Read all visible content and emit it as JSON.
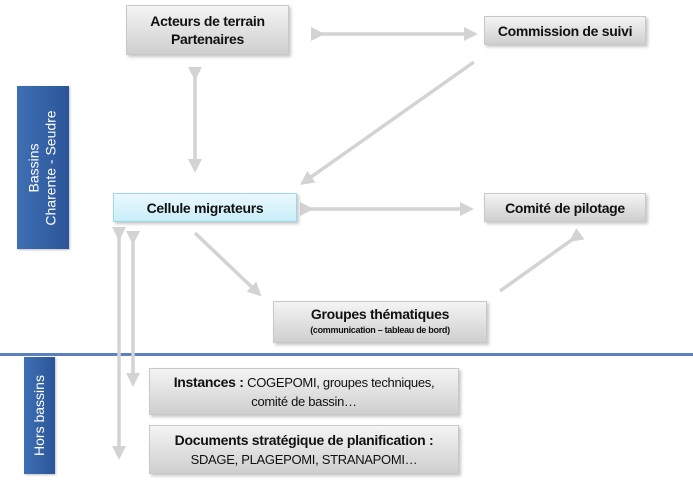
{
  "boxes": {
    "acteurs": {
      "line1": "Acteurs de terrain",
      "line2": "Partenaires"
    },
    "commission": {
      "label": "Commission de suivi"
    },
    "cellule": {
      "label": "Cellule migrateurs"
    },
    "comite": {
      "label": "Comité de pilotage"
    },
    "groupes": {
      "label": "Groupes thématiques",
      "sub": "(communication – tableau de bord)"
    },
    "instances": {
      "line1_bold": "Instances : ",
      "line1_rest": "COGEPOMI, groupes techniques,",
      "line2": "comité de bassin…"
    },
    "documents": {
      "line1": "Documents stratégique de planification :",
      "line2": "SDAGE, PLAGEPOMI, STRANAPOMI…"
    }
  },
  "side_labels": {
    "top": {
      "line1": "Bassins",
      "line2": "Charente - Seudre"
    },
    "bottom": {
      "label": "Hors bassins"
    }
  },
  "colors": {
    "band_blue": "#2c5599",
    "divider_blue": "#5b7fbf",
    "box_gray": "#dcdcdc",
    "cell_blue": "#c9eef8",
    "arrow_gray": "#d3d3d3"
  }
}
